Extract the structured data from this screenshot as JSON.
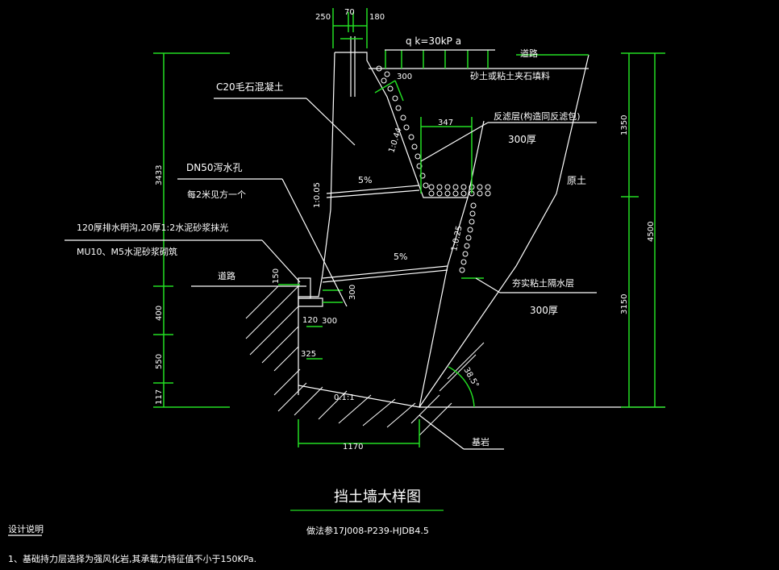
{
  "drawing": {
    "title": "挡土墙大样图",
    "reference": "做法参17J008-P239-HJDB4.5",
    "notes_heading": "设计说明",
    "notes": [
      "1、基础持力层选择为强风化岩,其承载力特征值不小于150KPa."
    ]
  },
  "labels": {
    "load": "q k=30kP a",
    "road_top": "道路",
    "backfill": "砂土或粘土夹石填料",
    "concrete": "C20毛石混凝土",
    "drain_hole": "DN50泻水孔",
    "drain_spacing": "每2米见方一个",
    "ditch_line1": "120厚排水明沟,20厚1:2水泥砂浆抹光",
    "ditch_line2": "MU10、M5水泥砂浆砌筑",
    "road_bottom": "道路",
    "filter_layer": "反滤层(构造同反滤包)",
    "filter_thick": "300厚",
    "original_soil": "原土",
    "clay_layer": "夯实粘土隔水层",
    "clay_thick": "300厚",
    "bedrock": "基岩",
    "slope_back_top": "1:0.44",
    "slope_front": "1:0.05",
    "slope_back_bottom": "1:0.25",
    "slope_base": "0.1:1",
    "slope_pct_1": "5%",
    "slope_pct_2": "5%",
    "angle": "38.5°"
  },
  "dimensions": {
    "top_250": "250",
    "top_70": "70",
    "top_180": "180",
    "filter_300": "300",
    "filter_347": "347",
    "left_3433": "3433",
    "left_150": "150",
    "left_400": "400",
    "left_550": "550",
    "left_117": "117",
    "ditch_120": "120",
    "ditch_300a": "300",
    "ditch_300b": "300",
    "ditch_325": "325",
    "base_1170": "1170",
    "right_1350": "1350",
    "right_3150": "3150",
    "right_4500": "4500"
  }
}
